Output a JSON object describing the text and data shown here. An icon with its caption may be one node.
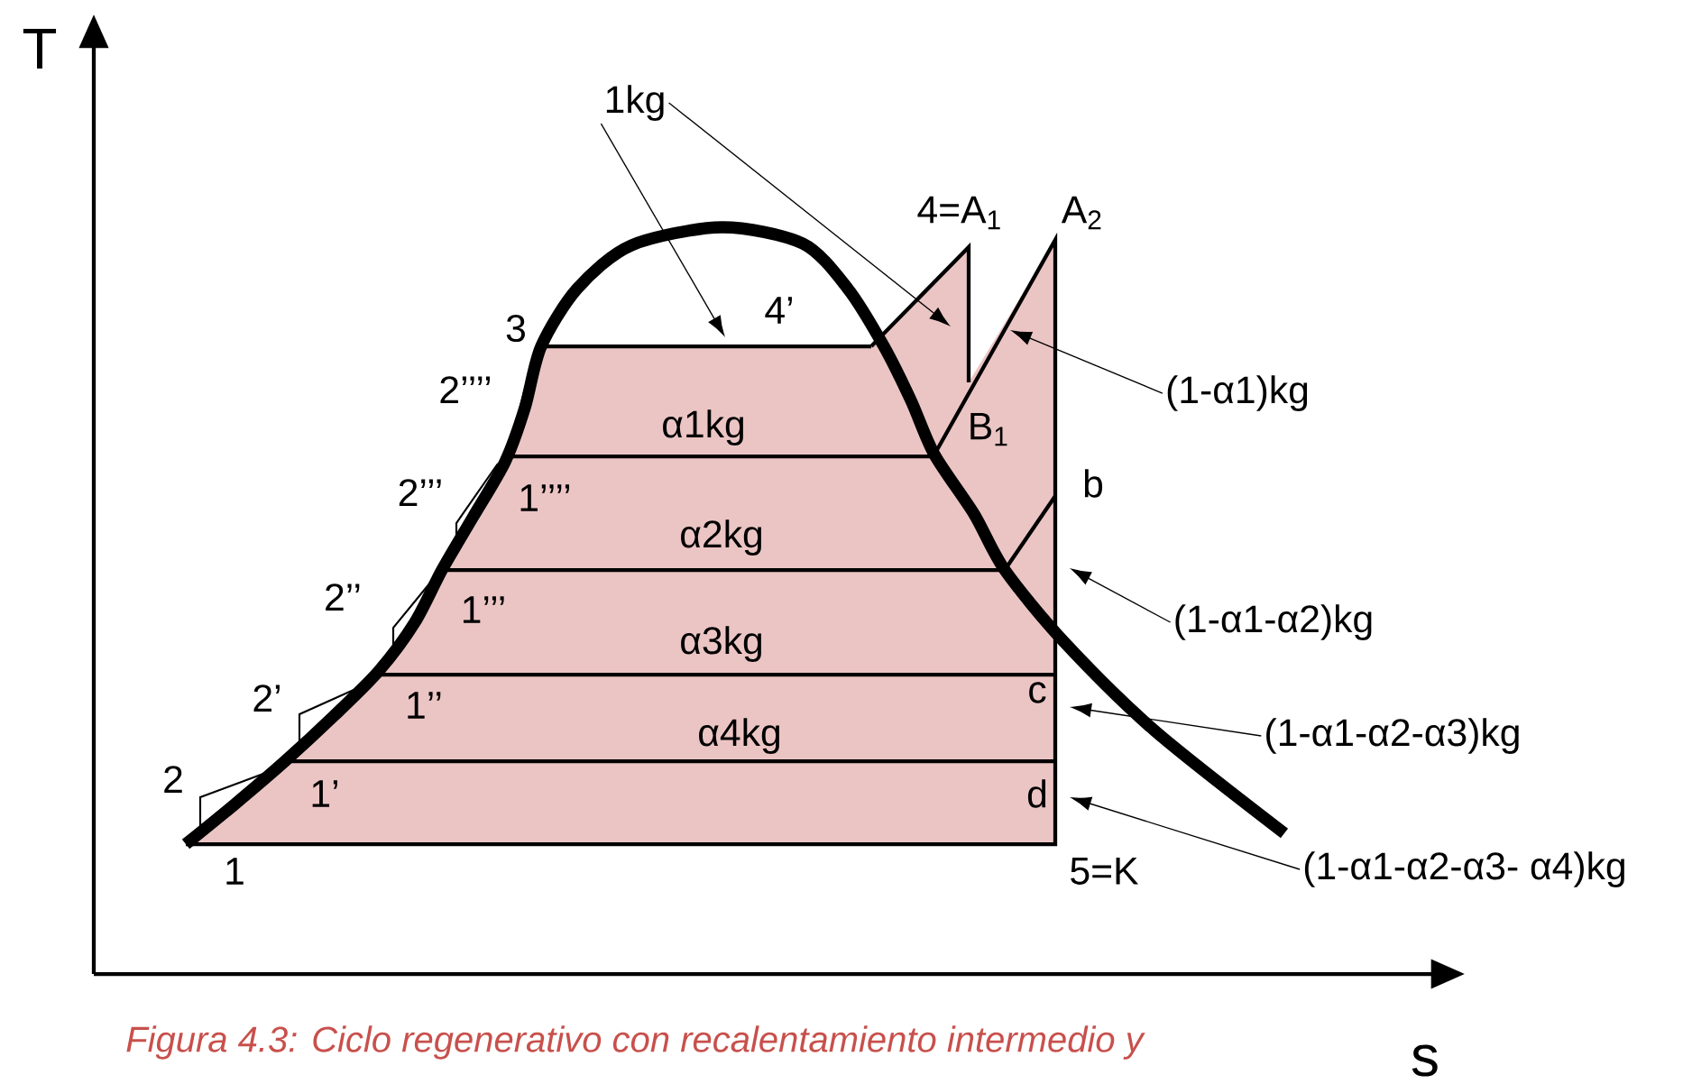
{
  "diagram": {
    "caption": "Figura 4.3: Ciclo regenerativo con recalentamiento intermedio y",
    "nodes": [
      {
        "text": [
          "1kg"
        ]
      },
      {
        "text": [
          "(1-α1)kg"
        ]
      },
      {
        "text": [
          "(1-α1-α2)kg"
        ]
      },
      {
        "text": [
          "(1-α1-α2-α3)kg"
        ]
      },
      {
        "text": [
          "(1-α1-α2-α3- α4)kg"
        ]
      }
    ],
    "edges": [
      {
        "from": 0,
        "to": null,
        "arrow": "to"
      },
      {
        "from": 0,
        "to": null,
        "arrow": "to"
      },
      {
        "from": 1,
        "to": null,
        "arrow": "to"
      },
      {
        "from": 2,
        "to": null,
        "arrow": "to"
      },
      {
        "from": 3,
        "to": null,
        "arrow": "to"
      },
      {
        "from": 4,
        "to": null,
        "arrow": "to"
      }
    ],
    "labels": [
      "T",
      "4=A$_{1}$",
      "A$_{2}$",
      "3",
      "4’",
      "2’’’’",
      "α1kg",
      "B$_{1}$",
      "2’’’",
      "1’’’’",
      "b",
      "α2kg",
      "2’’",
      "1’’’",
      "α3kg",
      "2’",
      "1’’",
      "c",
      "α4kg",
      "2",
      "1’",
      "d",
      "1",
      "5=K",
      "s"
    ]
  }
}
